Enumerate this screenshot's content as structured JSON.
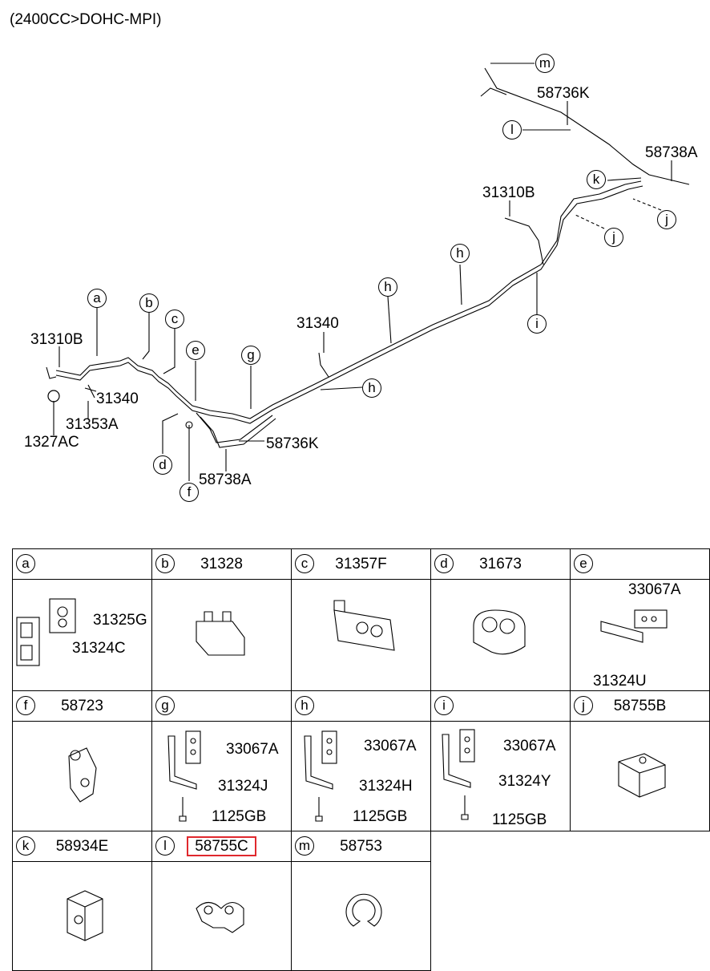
{
  "header": "(2400CC>DOHC-MPI)",
  "diagram_labels": {
    "p58736K_top": "58736K",
    "p58738A_right": "58738A",
    "p31310B_right": "31310B",
    "p31340_mid": "31340",
    "p31310B_left": "31310B",
    "p31340_left": "31340",
    "p31353A": "31353A",
    "p1327AC": "1327AC",
    "p58736K_bottom": "58736K",
    "p58738A_bottom": "58738A"
  },
  "callouts": {
    "m": "m",
    "l": "l",
    "k": "k",
    "j1": "j",
    "j2": "j",
    "i": "i",
    "h1": "h",
    "h2": "h",
    "h3": "h",
    "g": "g",
    "e": "e",
    "c": "c",
    "b": "b",
    "a": "a",
    "d": "d",
    "f": "f"
  },
  "table": [
    {
      "letter": "a",
      "part": "",
      "sub": [
        "31325G",
        "31324C"
      ]
    },
    {
      "letter": "b",
      "part": "31328",
      "sub": []
    },
    {
      "letter": "c",
      "part": "31357F",
      "sub": []
    },
    {
      "letter": "d",
      "part": "31673",
      "sub": []
    },
    {
      "letter": "e",
      "part": "",
      "sub": [
        "33067A",
        "31324U"
      ]
    },
    {
      "letter": "f",
      "part": "58723",
      "sub": []
    },
    {
      "letter": "g",
      "part": "",
      "sub": [
        "33067A",
        "31324J",
        "1125GB"
      ]
    },
    {
      "letter": "h",
      "part": "",
      "sub": [
        "33067A",
        "31324H",
        "1125GB"
      ]
    },
    {
      "letter": "i",
      "part": "",
      "sub": [
        "33067A",
        "31324Y",
        "1125GB"
      ]
    },
    {
      "letter": "j",
      "part": "58755B",
      "sub": []
    },
    {
      "letter": "k",
      "part": "58934E",
      "sub": []
    },
    {
      "letter": "l",
      "part": "58755C",
      "sub": [],
      "highlighted": true,
      "highlight_color": "#e0282d"
    },
    {
      "letter": "m",
      "part": "58753",
      "sub": []
    }
  ]
}
